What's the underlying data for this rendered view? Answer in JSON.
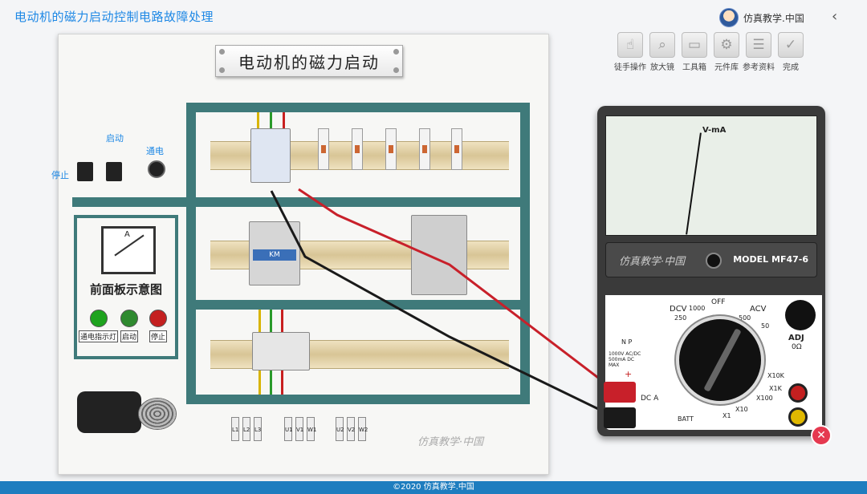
{
  "app": {
    "title": "电动机的磁力启动控制电路故障处理",
    "user_name": "仿真教学.中国",
    "back_icon": "chevron-left-icon"
  },
  "toolbar": {
    "items": [
      {
        "label": "徒手操作",
        "icon": "hand-icon"
      },
      {
        "label": "放大镜",
        "icon": "magnifier-icon"
      },
      {
        "label": "工具箱",
        "icon": "toolbox-icon"
      },
      {
        "label": "元件库",
        "icon": "gear-icon"
      },
      {
        "label": "参考资料",
        "icon": "document-icon"
      },
      {
        "label": "完成",
        "icon": "check-icon"
      }
    ]
  },
  "board": {
    "title": "电动机的磁力启动",
    "controls": {
      "stop": "停止",
      "start": "启动",
      "power": "通电"
    },
    "front_panel": {
      "title": "前面板示意图",
      "gauge_unit": "A",
      "lamps": [
        {
          "label": "通电指示灯",
          "color": "#1ea31e"
        },
        {
          "label": "启动",
          "color": "#2f8a2f"
        },
        {
          "label": "停止",
          "color": "#c42020"
        }
      ]
    },
    "contactor_label": "KM",
    "terminal_labels": [
      "L1",
      "L2",
      "L3",
      "U1",
      "V1",
      "W1",
      "U2",
      "V2",
      "W2"
    ],
    "watermark": "仿真教学·中国"
  },
  "multimeter": {
    "scale_label": "V-mA",
    "model": "MODEL MF47-6",
    "brand": "仿真教学·中国",
    "labels": {
      "dcv": "DCV",
      "acv": "ACV",
      "off": "OFF",
      "adj": "ADJ",
      "ohm_zero": "0Ω",
      "np": "N P",
      "dca": "DC A",
      "batt": "BATT",
      "warn": "1000V AC/DC 500mA DC MAX",
      "plus": "+",
      "x1k": "X1K",
      "x10k": "X10K",
      "x100": "X100",
      "x10": "X10",
      "x1": "X1",
      "num_1000": "1000",
      "num_250": "250",
      "num_500": "500",
      "num_50": "50"
    }
  },
  "footer": {
    "copyright": "©2020 仿真教学.中国"
  },
  "colors": {
    "accent": "#1e88e5",
    "frame": "#3f7a7a",
    "footer": "#1e7dbf",
    "probe_red": "#c8202a",
    "probe_black": "#1a1a1a"
  }
}
